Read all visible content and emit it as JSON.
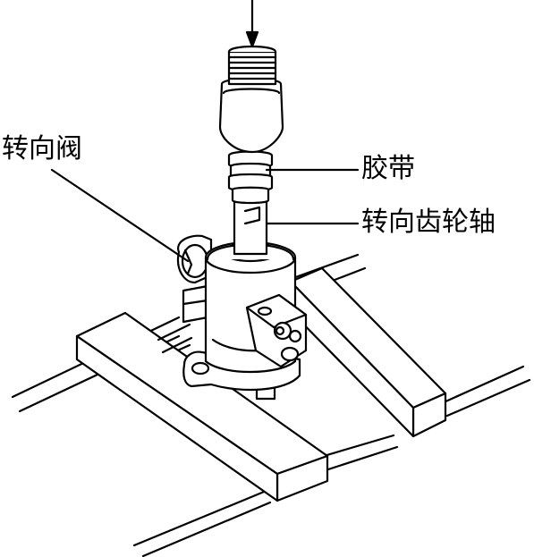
{
  "labels": {
    "steering_valve": "转向阀",
    "belt": "胶带",
    "steering_pinion": "转向齿轮轴"
  },
  "colors": {
    "stroke": "#000000",
    "background": "#ffffff"
  }
}
